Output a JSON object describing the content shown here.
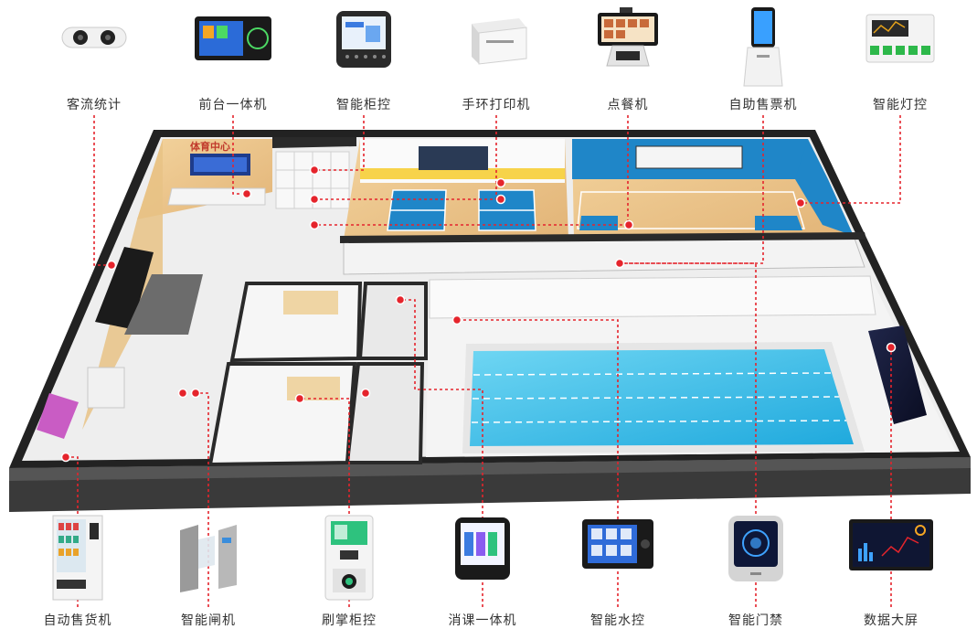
{
  "sign_text": "体育中心",
  "colors": {
    "accent": "#e5242c",
    "pool": "#3fc3ea",
    "court_blue": "#1f86c8",
    "court_yellow": "#f7d34a",
    "wood": "#efc98f",
    "floor": "#eeeeee",
    "wall": "#222222"
  },
  "top_devices": [
    {
      "label": "客流统计",
      "icon": "people-counter-camera-icon"
    },
    {
      "label": "前台一体机",
      "icon": "front-desk-terminal-icon"
    },
    {
      "label": "智能柜控",
      "icon": "smart-locker-controller-icon"
    },
    {
      "label": "手环打印机",
      "icon": "wristband-printer-icon"
    },
    {
      "label": "点餐机",
      "icon": "ordering-kiosk-icon"
    },
    {
      "label": "自助售票机",
      "icon": "self-service-ticket-kiosk-icon"
    },
    {
      "label": "智能灯控",
      "icon": "smart-light-controller-icon"
    }
  ],
  "bottom_devices": [
    {
      "label": "自动售货机",
      "icon": "vending-machine-icon"
    },
    {
      "label": "智能闸机",
      "icon": "smart-turnstile-icon"
    },
    {
      "label": "刷掌柜控",
      "icon": "palm-scan-locker-icon"
    },
    {
      "label": "消课一体机",
      "icon": "class-checkin-terminal-icon"
    },
    {
      "label": "智能水控",
      "icon": "smart-water-controller-icon"
    },
    {
      "label": "智能门禁",
      "icon": "smart-access-control-icon"
    },
    {
      "label": "数据大屏",
      "icon": "data-dashboard-screen-icon"
    }
  ]
}
